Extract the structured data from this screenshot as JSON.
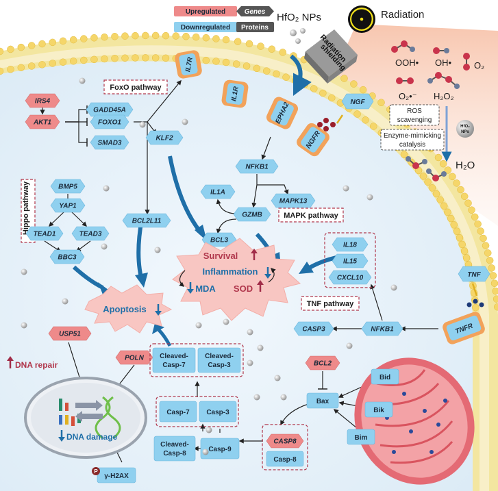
{
  "legend": {
    "upregulated": "Upregulated",
    "downregulated": "Downregulated",
    "genes": "Genes",
    "proteins": "Proteins"
  },
  "top": {
    "hfo2": "HfO₂ NPs",
    "radiation": "Radiation",
    "shielding_line1": "Radiation",
    "shielding_line2": "shielding",
    "ooh": "OOH•",
    "oh": "OH•",
    "o2": "O₂",
    "o2minus": "O₂•⁻",
    "h2o2": "H₂O₂",
    "ros_line1": "ROS",
    "ros_line2": "scavenging",
    "enzyme_line1": "Enzyme-mimicking",
    "enzyme_line2": "catalysis",
    "hfo2_small_line1": "HfO₂",
    "hfo2_small_line2": "NPs",
    "h2o": "H₂O"
  },
  "pathways": {
    "foxo": "FoxO pathway",
    "hippo": "Hippo pathway",
    "mapk": "MAPK pathway",
    "tnf": "TNF pathway"
  },
  "receptors": {
    "il7r": "IL7R",
    "il1r": "IL1R",
    "epha2": "EPHA2",
    "ngfr": "NGFR",
    "ngf": "NGF",
    "tnf": "TNF",
    "tnfr": "TNFR"
  },
  "genes": {
    "irs4": "IRS4",
    "akt1": "AKT1",
    "gadd45a": "GADD45A",
    "foxo1": "FOXO1",
    "smad3": "SMAD3",
    "klf2": "KLF2",
    "bmp5": "BMP5",
    "yap1": "YAP1",
    "tead1": "TEAD1",
    "tead3": "TEAD3",
    "bbc3": "BBC3",
    "bcl2l11": "BCL2L11",
    "nfkb1": "NFKB1",
    "mapk13": "MAPK13",
    "il1a": "IL1A",
    "gzmb": "GZMB",
    "bcl3": "BCL3",
    "il18": "IL18",
    "il15": "IL15",
    "cxcl10": "CXCL10",
    "nfkb1_b": "NFKB1",
    "casp3": "CASP3",
    "usp51": "USP51",
    "poln": "POLN",
    "bcl2": "BCL2",
    "casp8": "CASP8"
  },
  "proteins": {
    "cleaved_casp7_1": "Cleaved-",
    "cleaved_casp7_2": "Casp-7",
    "cleaved_casp3_1": "Cleaved-",
    "cleaved_casp3_2": "Casp-3",
    "casp7": "Casp-7",
    "casp3": "Casp-3",
    "cleaved_casp8_1": "Cleaved-",
    "cleaved_casp8_2": "Casp-8",
    "casp9": "Casp-9",
    "casp8": "Casp-8",
    "bax": "Bax",
    "bid": "Bid",
    "bik": "Bik",
    "bim": "Bim",
    "h2ax": "γ-H2AX",
    "p": "P"
  },
  "outcomes": {
    "survival": "Survival",
    "inflammation": "Inflammation",
    "mda": "MDA",
    "sod": "SOD",
    "apoptosis": "Apoptosis",
    "dna_repair": "DNA repair",
    "dna_damage": "DNA damage"
  },
  "colors": {
    "up": "#ee8a8a",
    "down": "#8fd0ef",
    "arrow_blue": "#1f6fa8",
    "arrow_red": "#a12c48",
    "membrane": "#f5d66a"
  }
}
